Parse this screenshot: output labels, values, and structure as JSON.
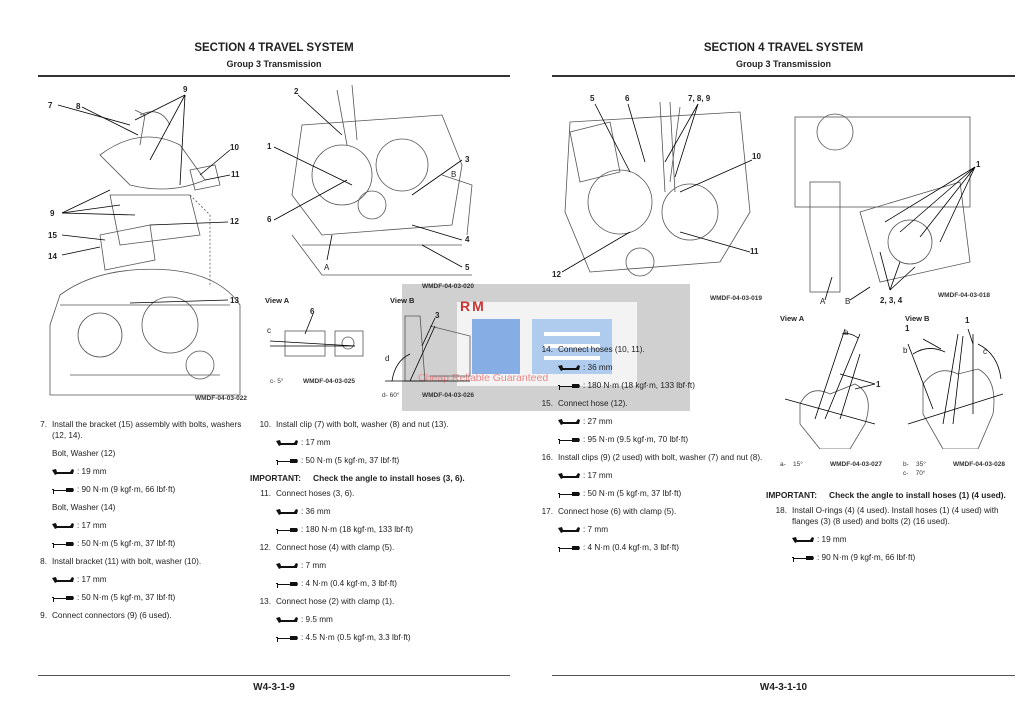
{
  "left_page": {
    "section_title": "SECTION 4 TRAVEL SYSTEM",
    "group_title": "Group 3 Transmission",
    "page_number": "W4-3-1-9",
    "figures": {
      "main_left": {
        "labels": [
          "7",
          "8",
          "9",
          "10",
          "11",
          "9",
          "12",
          "15",
          "14",
          "13"
        ],
        "caption": "WMDF-04-03-022"
      },
      "main_right": {
        "labels": [
          "2",
          "1",
          "3",
          "B",
          "6",
          "4",
          "5",
          "A"
        ],
        "caption": "WMDF-04-03-020"
      },
      "view_a": {
        "title": "View A",
        "labels": [
          "6",
          "c"
        ],
        "note": "c-    5°",
        "caption": "WMDF-04-03-025"
      },
      "view_b": {
        "title": "View B",
        "labels": [
          "3",
          "d"
        ],
        "note": "d-    60°",
        "caption": "WMDF-04-03-026"
      }
    },
    "columns": [
      [
        {
          "type": "step",
          "num": "7.",
          "text": "Install the bracket (15) assembly with bolts, washers (12, 14)."
        },
        {
          "type": "text",
          "text": "Bolt, Washer (12)"
        },
        {
          "type": "wrench",
          "text": ": 19 mm"
        },
        {
          "type": "torque",
          "text": ": 90 N·m (9 kgf·m, 66 lbf·ft)"
        },
        {
          "type": "text",
          "text": "Bolt, Washer (14)"
        },
        {
          "type": "wrench",
          "text": ": 17 mm"
        },
        {
          "type": "torque",
          "text": ": 50 N·m (5 kgf·m, 37 lbf·ft)"
        },
        {
          "type": "step",
          "num": "8.",
          "text": "Install bracket (11) with bolt, washer (10)."
        },
        {
          "type": "wrench",
          "text": ": 17 mm"
        },
        {
          "type": "torque",
          "text": ": 50 N·m (5 kgf·m, 37 lbf·ft)"
        },
        {
          "type": "step",
          "num": "9.",
          "text": "Connect connectors (9) (6 used)."
        }
      ],
      [
        {
          "type": "step",
          "num": "10.",
          "text": "Install clip (7) with bolt, washer (8) and nut (13)."
        },
        {
          "type": "wrench",
          "text": ": 17 mm"
        },
        {
          "type": "torque",
          "text": ": 50 N·m (5 kgf·m, 37 lbf·ft)"
        },
        {
          "type": "important",
          "label": "IMPORTANT:",
          "text": "Check the angle to install hoses (3, 6)."
        },
        {
          "type": "step",
          "num": "11.",
          "text": "Connect hoses (3, 6)."
        },
        {
          "type": "wrench",
          "text": ": 36 mm"
        },
        {
          "type": "torque",
          "text": ": 180 N·m (18 kgf·m, 133 lbf·ft)"
        },
        {
          "type": "step",
          "num": "12.",
          "text": "Connect hose (4) with clamp (5)."
        },
        {
          "type": "wrench",
          "text": ": 7 mm"
        },
        {
          "type": "torque",
          "text": ": 4 N·m (0.4 kgf·m, 3 lbf·ft)"
        },
        {
          "type": "step",
          "num": "13.",
          "text": "Connect hose (2) with clamp (1)."
        },
        {
          "type": "wrench",
          "text": ": 9.5 mm"
        },
        {
          "type": "torque",
          "text": ": 4.5 N·m (0.5 kgf·m, 3.3 lbf·ft)"
        }
      ]
    ]
  },
  "right_page": {
    "section_title": "SECTION 4 TRAVEL SYSTEM",
    "group_title": "Group 3 Transmission",
    "page_number": "W4-3-1-10",
    "figures": {
      "main_left": {
        "labels": [
          "5",
          "6",
          "7, 8, 9",
          "10",
          "11",
          "12"
        ],
        "caption": "WMDF-04-03-019"
      },
      "main_right": {
        "labels": [
          "1",
          "A",
          "B",
          "2, 3, 4"
        ],
        "caption": "WMDF-04-03-018"
      },
      "view_a": {
        "title": "View A",
        "labels": [
          "a",
          "1"
        ],
        "note": "a-    15°",
        "caption": "WMDF-04-03-027"
      },
      "view_b": {
        "title": "View B",
        "labels": [
          "1",
          "1",
          "b",
          "c"
        ],
        "note": "b-    35°\nc-    70°",
        "caption": "WMDF-04-03-028"
      }
    },
    "columns": [
      [
        {
          "type": "step",
          "num": "14.",
          "text": "Connect hoses (10, 11)."
        },
        {
          "type": "wrench",
          "text": ": 36 mm"
        },
        {
          "type": "torque",
          "text": ": 180 N·m (18 kgf·m, 133 lbf·ft)"
        },
        {
          "type": "step",
          "num": "15.",
          "text": "Connect hose (12)."
        },
        {
          "type": "wrench",
          "text": ": 27 mm"
        },
        {
          "type": "torque",
          "text": ": 95 N·m (9.5 kgf·m, 70 lbf·ft)"
        },
        {
          "type": "step",
          "num": "16.",
          "text": "Install clips (9) (2 used) with bolt, washer (7) and nut (8)."
        },
        {
          "type": "wrench",
          "text": ": 17 mm"
        },
        {
          "type": "torque",
          "text": ": 50 N·m (5 kgf·m, 37 lbf·ft)"
        },
        {
          "type": "step",
          "num": "17.",
          "text": "Connect hose (6) with clamp (5)."
        },
        {
          "type": "wrench",
          "text": ": 7 mm"
        },
        {
          "type": "torque",
          "text": ": 4 N·m (0.4 kgf·m, 3 lbf·ft)"
        }
      ],
      [
        {
          "type": "important",
          "label": "IMPORTANT:",
          "text": "Check the angle to install hoses (1) (4 used)."
        },
        {
          "type": "step",
          "num": "18.",
          "text": "Install O-rings (4) (4 used). Install hoses (1) (4 used) with flanges (3) (8 used) and bolts (2) (16 used)."
        },
        {
          "type": "wrench",
          "text": ": 19 mm"
        },
        {
          "type": "torque",
          "text": ": 90 N·m (9 kgf·m, 66 lbf·ft)"
        }
      ]
    ]
  },
  "watermark": {
    "logo": "RM",
    "tagline": "Cheap Reliable Guaranteed"
  }
}
